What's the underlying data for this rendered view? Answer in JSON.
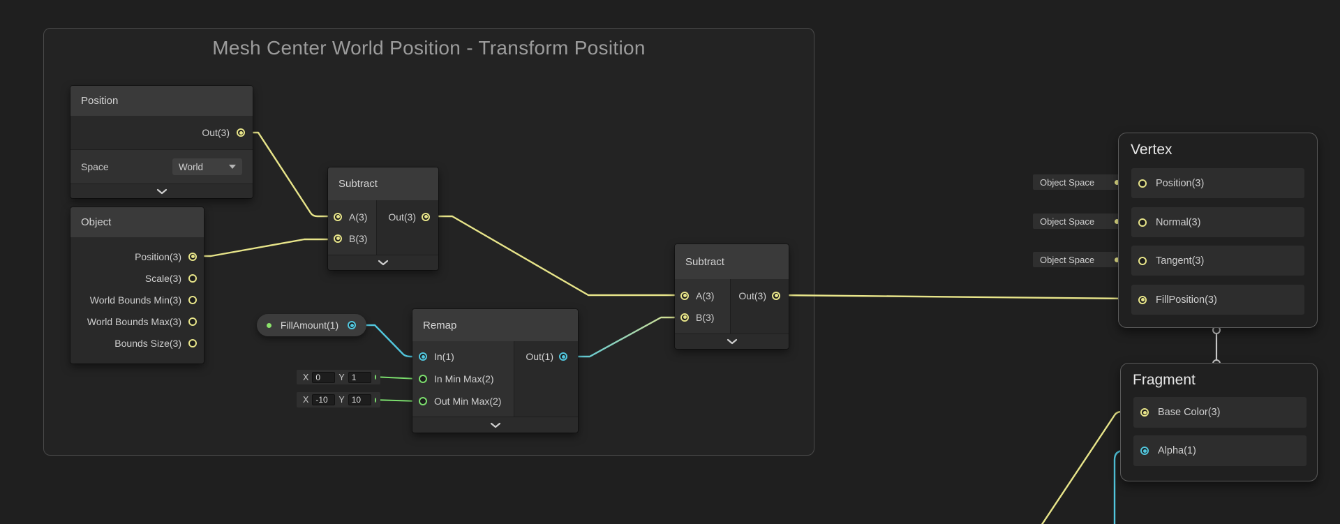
{
  "colors": {
    "background": "#1F1F1F",
    "edge_vector3_yellow": "#E8E58A",
    "edge_vector1_cyan": "#52C7DE",
    "edge_vector2_green": "#7CDF6E",
    "block_link_white": "#C8C8C8",
    "node_header": "#3A3A3A",
    "group_border": "#4A4A4A",
    "property_dot_green": "#8BE36B"
  },
  "group": {
    "title": "Mesh Center World Position - Transform Position"
  },
  "nodes": {
    "position": {
      "title": "Position",
      "out_label": "Out(3)",
      "space_label": "Space",
      "space_value": "World"
    },
    "object": {
      "title": "Object",
      "ports": [
        {
          "label": "Position(3)"
        },
        {
          "label": "Scale(3)"
        },
        {
          "label": "World Bounds Min(3)"
        },
        {
          "label": "World Bounds Max(3)"
        },
        {
          "label": "Bounds Size(3)"
        }
      ]
    },
    "subtract1": {
      "title": "Subtract",
      "a_label": "A(3)",
      "b_label": "B(3)",
      "out_label": "Out(3)"
    },
    "fill_amount": {
      "label": "FillAmount(1)"
    },
    "remap": {
      "title": "Remap",
      "in_label": "In(1)",
      "in_min_max_label": "In Min Max(2)",
      "out_min_max_label": "Out Min Max(2)",
      "out_label": "Out(1)"
    },
    "subtract2": {
      "title": "Subtract",
      "a_label": "A(3)",
      "b_label": "B(3)",
      "out_label": "Out(3)"
    }
  },
  "widgets": {
    "row1": {
      "x_label": "X",
      "x_value": "0",
      "y_label": "Y",
      "y_value": "1"
    },
    "row2": {
      "x_label": "X",
      "x_value": "-10",
      "y_label": "Y",
      "y_value": "10"
    }
  },
  "blocks": {
    "vertex": {
      "title": "Vertex",
      "rows": [
        {
          "label": "Position(3)",
          "chip": "Object Space"
        },
        {
          "label": "Normal(3)",
          "chip": "Object Space"
        },
        {
          "label": "Tangent(3)",
          "chip": "Object Space"
        },
        {
          "label": "FillPosition(3)"
        }
      ]
    },
    "fragment": {
      "title": "Fragment",
      "rows": [
        {
          "label": "Base Color(3)"
        },
        {
          "label": "Alpha(1)"
        }
      ]
    }
  }
}
